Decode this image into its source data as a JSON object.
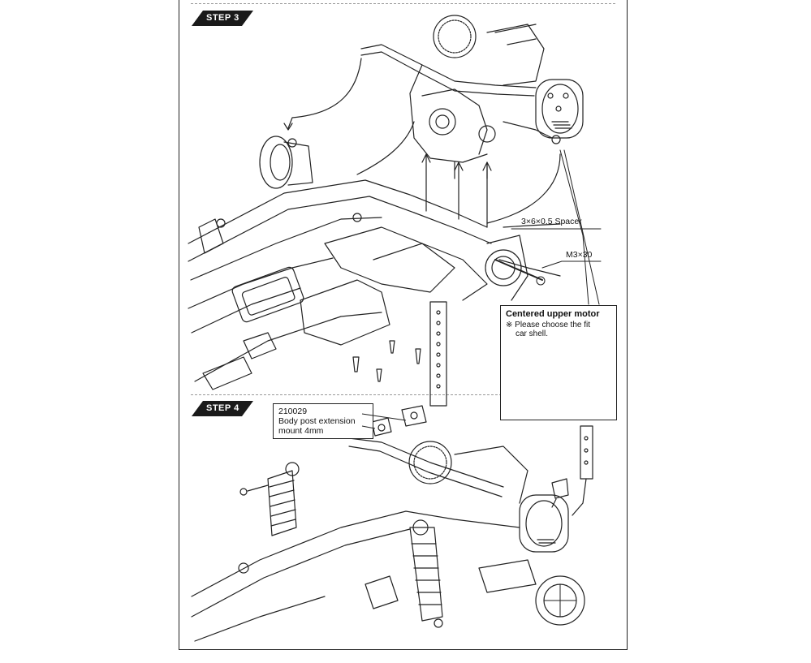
{
  "steps": {
    "step3": {
      "label": "STEP 3"
    },
    "step4": {
      "label": "STEP 4"
    }
  },
  "parts": {
    "spacer": "3×6×0.5 Spacer",
    "screw": "M3×30"
  },
  "inset": {
    "title": "Centered upper motor",
    "note_line1": "※ Please choose the fit",
    "note_line2": "car shell."
  },
  "callout_210029": {
    "part_no": "210029",
    "line1": "Body post extension",
    "line2": "mount 4mm"
  }
}
